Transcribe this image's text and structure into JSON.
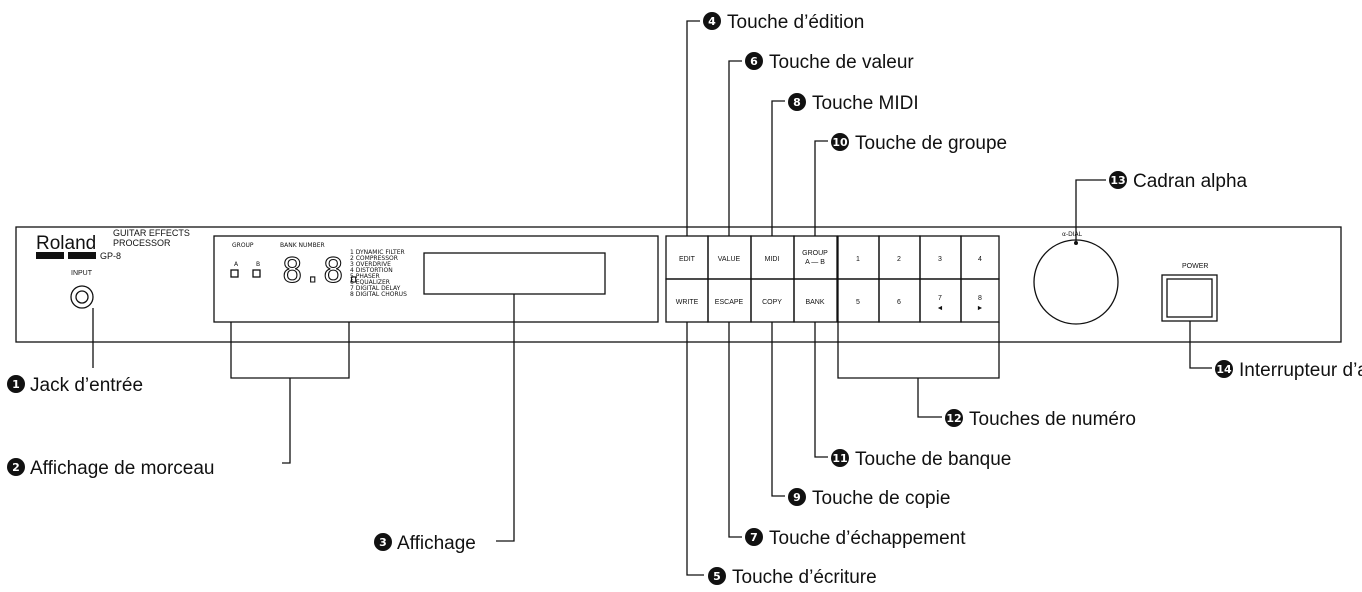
{
  "panel": {
    "brand": "Roland",
    "product_line1": "GUITAR EFFECTS",
    "product_line2": "PROCESSOR",
    "model": "GP-8",
    "input_label": "INPUT",
    "group_label": "GROUP",
    "group_a": "A",
    "group_b": "B",
    "bank_number_label": "BANK  NUMBER",
    "digits": "8.8.",
    "effects_list": [
      "1 DYNAMIC FILTER",
      "2 COMPRESSOR",
      "3 OVERDRIVE",
      "4 DISTORTION",
      "5 PHASER",
      "6 EQUALIZER",
      "7 DIGITAL DELAY",
      "8 DIGITAL CHORUS"
    ],
    "buttons_top": [
      "EDIT",
      "VALUE",
      "MIDI"
    ],
    "group_button_line1": "GROUP",
    "group_button_line2": "A — B",
    "buttons_bottom": [
      "WRITE",
      "ESCAPE",
      "COPY",
      "BANK"
    ],
    "number_keys": [
      "1",
      "2",
      "3",
      "4",
      "5",
      "6",
      "7",
      "8"
    ],
    "key7_arrow": "◄",
    "key8_arrow": "►",
    "dial_label": "α-DIAL",
    "power_label": "POWER"
  },
  "callouts": [
    {
      "num": "1",
      "text": "Jack d’entrée"
    },
    {
      "num": "2",
      "text": "Affichage de morceau"
    },
    {
      "num": "3",
      "text": "Affichage"
    },
    {
      "num": "4",
      "text": "Touche d’édition"
    },
    {
      "num": "5",
      "text": "Touche d’écriture"
    },
    {
      "num": "6",
      "text": "Touche de valeur"
    },
    {
      "num": "7",
      "text": "Touche d’échappement"
    },
    {
      "num": "8",
      "text": "Touche MIDI"
    },
    {
      "num": "9",
      "text": "Touche de copie"
    },
    {
      "num": "10",
      "text": "Touche de groupe"
    },
    {
      "num": "11",
      "text": "Touche de banque"
    },
    {
      "num": "12",
      "text": "Touches de numéro"
    },
    {
      "num": "13",
      "text": "Cadran alpha"
    },
    {
      "num": "14",
      "text": "Interrupteur d’alimentation"
    }
  ]
}
